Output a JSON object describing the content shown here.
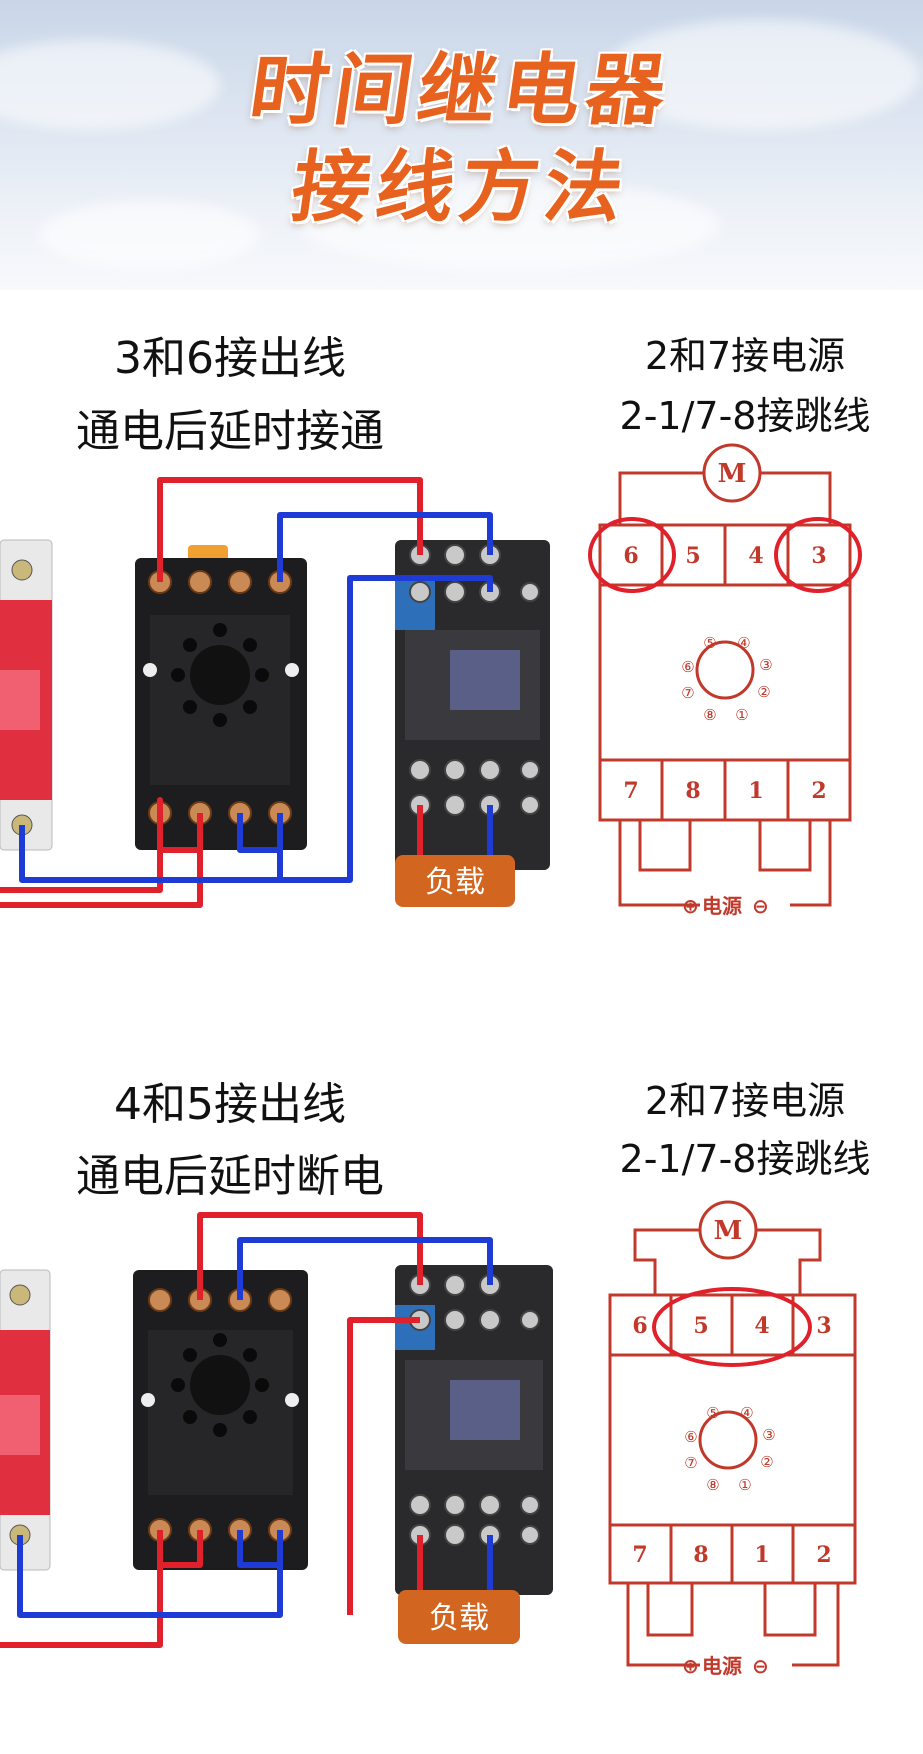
{
  "header": {
    "title_line1": "时间继电器",
    "title_line2": "接线方法"
  },
  "section1": {
    "left_caption_line1": "3和6接出线",
    "left_caption_line2": "通电后延时接通",
    "right_caption_line1": "2和7接电源",
    "right_caption_line2": "2-1/7-8接跳线",
    "load_label": "负载"
  },
  "section2": {
    "left_caption_line1": "4和5接出线",
    "left_caption_line2": "通电后延时断电",
    "right_caption_line1": "2和7接电源",
    "right_caption_line2": "2-1/7-8接跳线",
    "load_label": "负载"
  },
  "schematic": {
    "motor_label": "M",
    "top_terminals": [
      "6",
      "5",
      "4",
      "3"
    ],
    "bottom_terminals": [
      "7",
      "8",
      "1",
      "2"
    ],
    "circle_pins": [
      "①",
      "②",
      "③",
      "④",
      "⑤",
      "⑥",
      "⑦",
      "⑧"
    ],
    "power_plus": "⊕",
    "power_label": "电源",
    "power_minus": "⊖"
  },
  "colors": {
    "title": "#e8621f",
    "wire_red": "#e0202a",
    "wire_blue": "#1f3bd6",
    "schematic": "#c0392b",
    "load_box": "#d2651f"
  }
}
